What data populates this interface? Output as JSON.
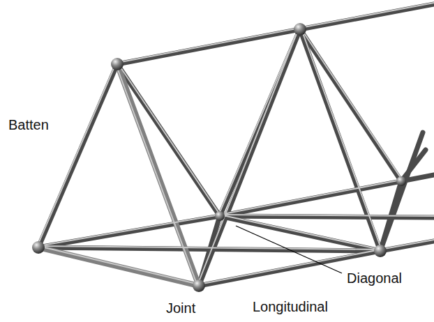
{
  "diagram": {
    "labels": [
      "Batten",
      "Diagonal",
      "Joint",
      "Longitudinal"
    ]
  }
}
